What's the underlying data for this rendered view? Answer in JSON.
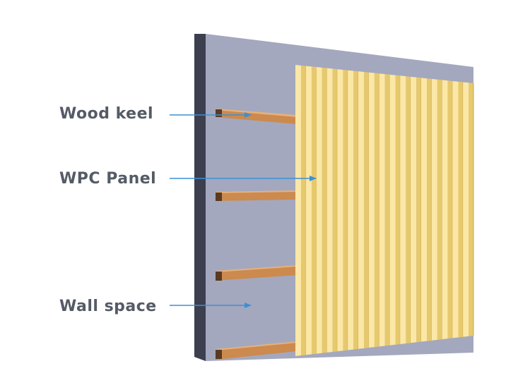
{
  "labels": {
    "wood_keel": "Wood keel",
    "wpc_panel": "WPC Panel",
    "wall_space": "Wall space"
  },
  "colors": {
    "wall_face": "#a3a8be",
    "wall_edge": "#3b3f4e",
    "keel_top": "#e8b078",
    "keel_front": "#cc8a4e",
    "keel_end": "#5a3a22",
    "panel_strip_light": "#fbe7a6",
    "panel_strip_dark": "#e7c96d",
    "panel_groove": "#c9a64c",
    "arrow": "#3d8fd6",
    "label_text": "#555b66"
  }
}
